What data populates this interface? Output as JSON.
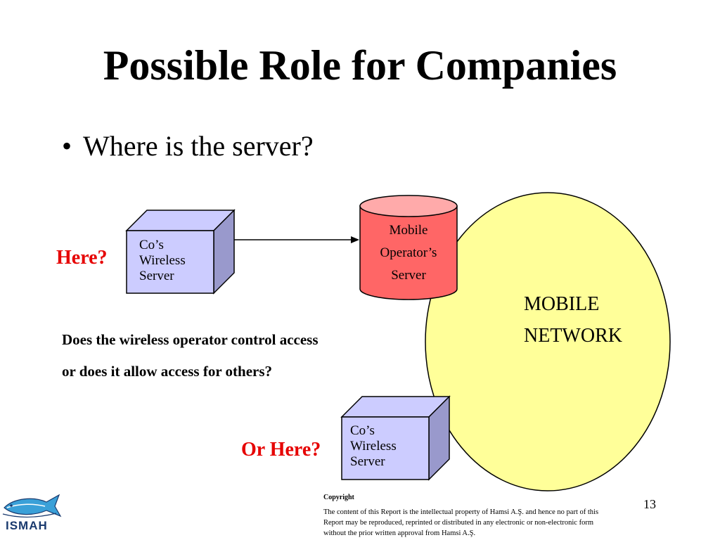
{
  "slide": {
    "title": "Possible Role for Companies",
    "bullet": "Where is the server?",
    "here_label": "Here?",
    "or_here_label": "Or Here?",
    "server_top": {
      "line1": "Co’s",
      "line2": "Wireless",
      "line3": "Server"
    },
    "server_bottom": {
      "line1": "Co’s",
      "line2": "Wireless",
      "line3": "Server"
    },
    "operator_server": {
      "line1": "Mobile",
      "line2": "Operator’s",
      "line3": "Server"
    },
    "network": {
      "line1": "MOBILE",
      "line2": "NETWORK"
    },
    "question": {
      "line1": "Does the wireless operator control access",
      "line2": "or does it allow access for others?"
    },
    "page_number": "13",
    "copyright": {
      "heading": "Copyright",
      "line1": "The content of this Report is the intellectual property of Hamsi A.Ş. and hence no part of this",
      "line2": "Report may be reproduced, reprinted or distributed in any electronic or non-electronic form",
      "line3": "without the prior written approval from Hamsi A.Ş."
    },
    "logo_text": "ISMAH"
  },
  "colors": {
    "here_red": "#e60000",
    "box_front": "#ccccff",
    "box_side": "#9999cc",
    "cylinder": "#ff6666",
    "cylinder_top": "#ffaaaa",
    "network_fill": "#ffff99"
  }
}
